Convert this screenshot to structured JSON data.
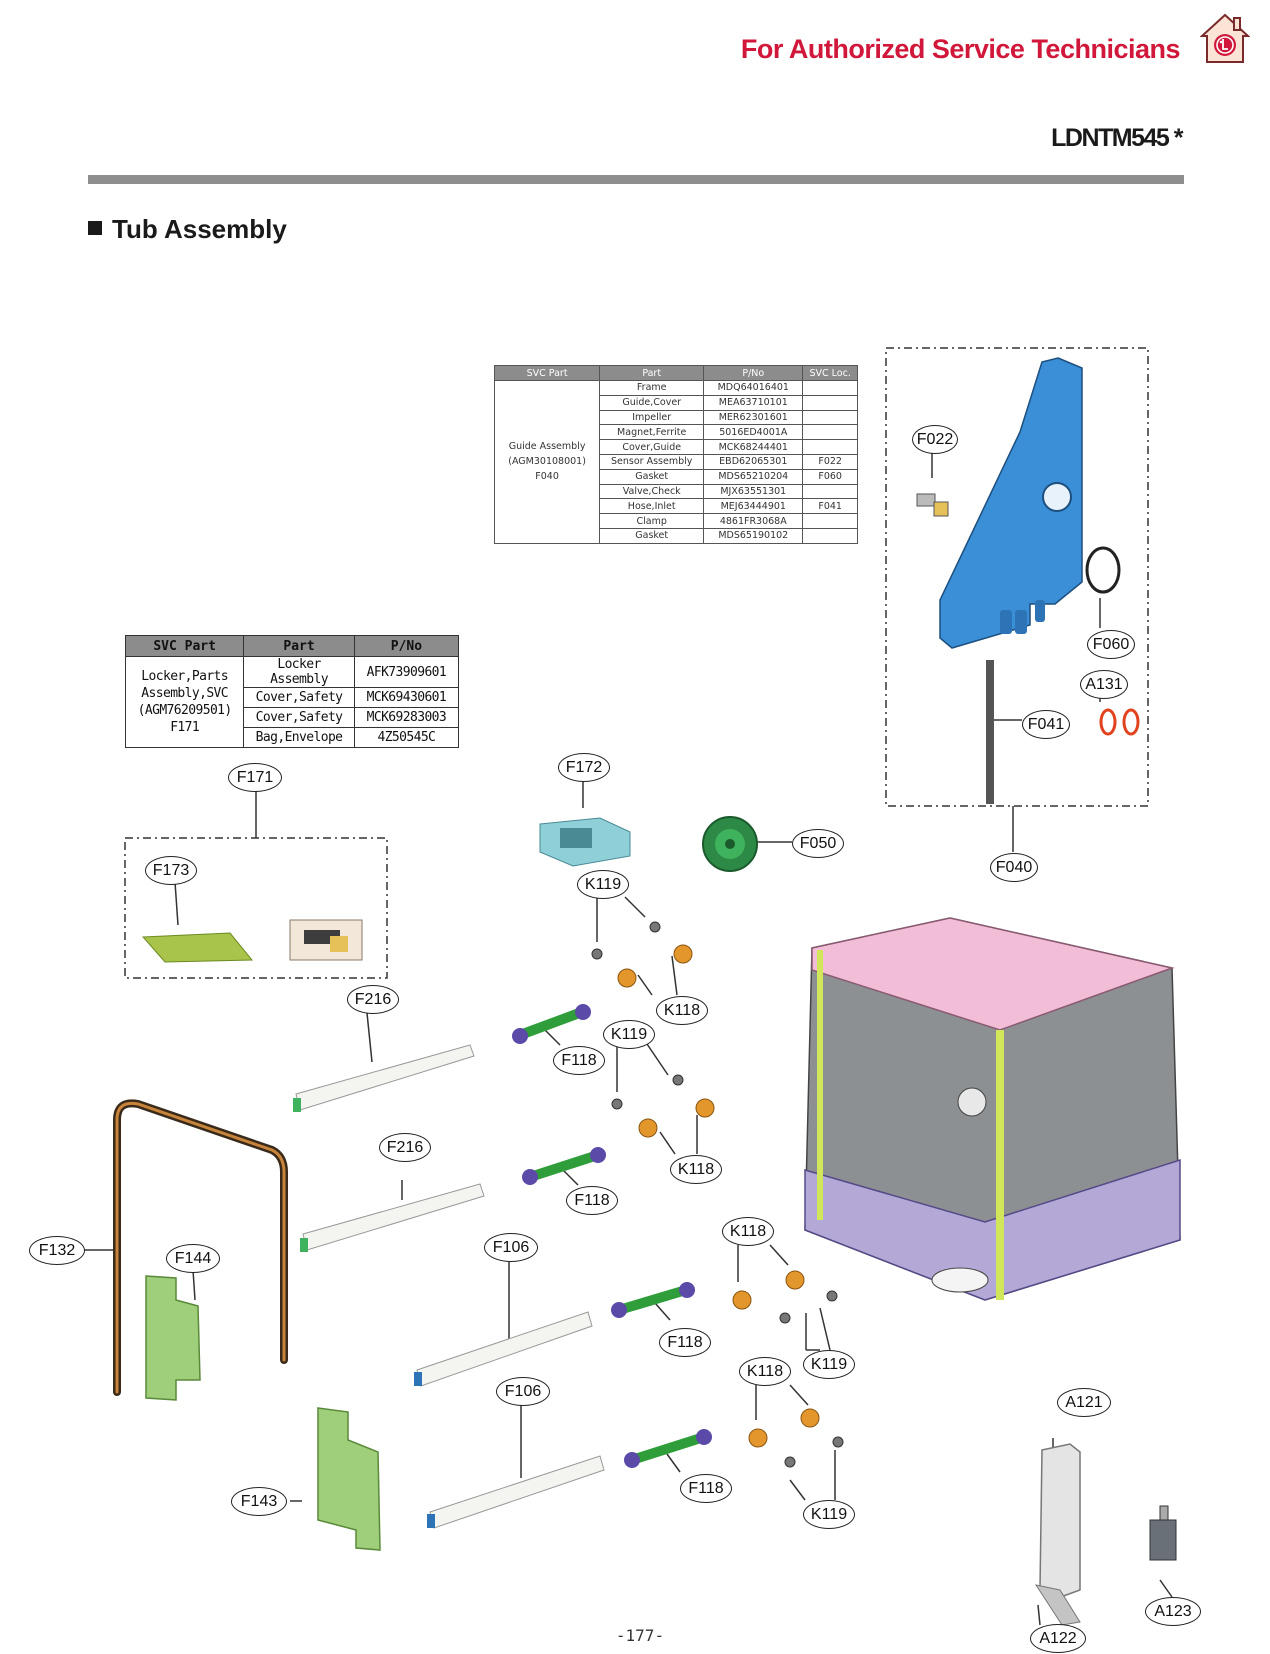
{
  "header": {
    "title": "For Authorized Service Technicians",
    "model": "LDNTM545 *",
    "home_icon": "lg-home-icon",
    "brand_color": "#d1183a"
  },
  "section": {
    "title": "Tub Assembly"
  },
  "guide_table": {
    "headers": [
      "SVC Part",
      "Part",
      "P/No",
      "SVC Loc."
    ],
    "svc_part_lines": [
      "Guide Assembly",
      "(AGM30108001)",
      "F040"
    ],
    "rows": [
      {
        "part": "Frame",
        "pno": "MDQ64016401",
        "loc": ""
      },
      {
        "part": "Guide,Cover",
        "pno": "MEA63710101",
        "loc": ""
      },
      {
        "part": "Impeller",
        "pno": "MER62301601",
        "loc": ""
      },
      {
        "part": "Magnet,Ferrite",
        "pno": "5016ED4001A",
        "loc": ""
      },
      {
        "part": "Cover,Guide",
        "pno": "MCK68244401",
        "loc": ""
      },
      {
        "part": "Sensor Assembly",
        "pno": "EBD62065301",
        "loc": "F022"
      },
      {
        "part": "Gasket",
        "pno": "MDS65210204",
        "loc": "F060"
      },
      {
        "part": "Valve,Check",
        "pno": "MJX63551301",
        "loc": ""
      },
      {
        "part": "Hose,Inlet",
        "pno": "MEJ63444901",
        "loc": "F041"
      },
      {
        "part": "Clamp",
        "pno": "4861FR3068A",
        "loc": ""
      },
      {
        "part": "Gasket",
        "pno": "MDS65190102",
        "loc": ""
      }
    ]
  },
  "locker_table": {
    "headers": [
      "SVC Part",
      "Part",
      "P/No"
    ],
    "svc_part_lines": [
      "Locker,Parts",
      "Assembly,SVC",
      "(AGM76209501)",
      "F171"
    ],
    "rows": [
      {
        "part": "Locker Assembly",
        "pno": "AFK73909601"
      },
      {
        "part": "Cover,Safety",
        "pno": "MCK69430601"
      },
      {
        "part": "Cover,Safety",
        "pno": "MCK69283003"
      },
      {
        "part": "Bag,Envelope",
        "pno": "4Z50545C"
      }
    ]
  },
  "callouts": {
    "f022": "F022",
    "f060": "F060",
    "a131": "A131",
    "f041": "F041",
    "f040": "F040",
    "f171": "F171",
    "f173": "F173",
    "f172": "F172",
    "f050": "F050",
    "k119_1": "K119",
    "k118_1": "K118",
    "f118_1": "F118",
    "k119_2": "K119",
    "k118_2": "K118",
    "f118_2": "F118",
    "f216_1": "F216",
    "f216_2": "F216",
    "f132": "F132",
    "f144": "F144",
    "f143": "F143",
    "f106_1": "F106",
    "f106_2": "F106",
    "k118_3": "K118",
    "f118_3": "F118",
    "k119_3": "K119",
    "k118_4": "K118",
    "f118_4": "F118",
    "k119_4": "K119",
    "a121": "A121",
    "a122": "A122",
    "a123": "A123"
  },
  "page_number": "-177-"
}
